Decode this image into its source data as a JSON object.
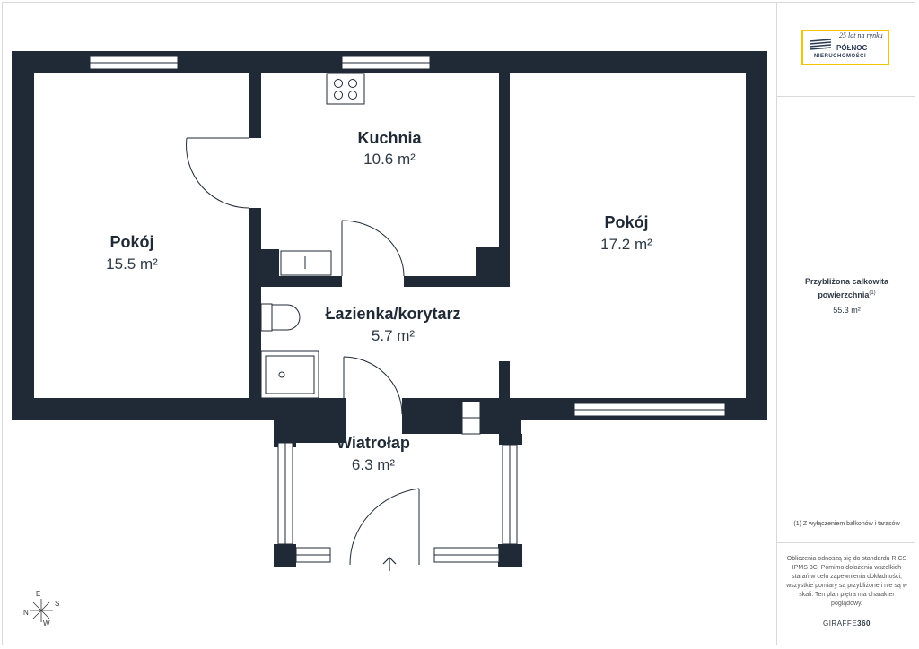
{
  "rooms": [
    {
      "name": "Kuchnia",
      "area": "10.6 m²"
    },
    {
      "name": "Pokój",
      "area": "15.5 m²"
    },
    {
      "name": "Pokój",
      "area": "17.2 m²"
    },
    {
      "name": "Łazienka/korytarz",
      "area": "5.7 m²"
    },
    {
      "name": "Wiatrołap",
      "area": "6.3 m²"
    }
  ],
  "logo": {
    "tagline": "25 lat na rynku",
    "line1": "PÓŁNOC",
    "line2": "NIERUCHOMOŚCI"
  },
  "summary": {
    "label": "Przybliżona całkowita powierzchnia",
    "superscript": "(1)",
    "value": "55.3 m²"
  },
  "footnote": "(1) Z wyłączeniem balkonów i tarasów",
  "disclaimer": "Obliczenia odnoszą się do standardu RICS IPMS 3C. Pomimo dołożenia wszelkich starań w celu zapewnienia dokładności, wszystkie pomiary są przybliżone i nie są w skali. Ten plan piętra ma charakter poglądowy.",
  "brand": {
    "part1": "GIRAFFE",
    "part2": "360"
  },
  "compass": {
    "e": "E",
    "s": "S",
    "n": "N",
    "w": "W"
  },
  "colors": {
    "wall": "#1f2a36",
    "accent": "#f0c400"
  }
}
